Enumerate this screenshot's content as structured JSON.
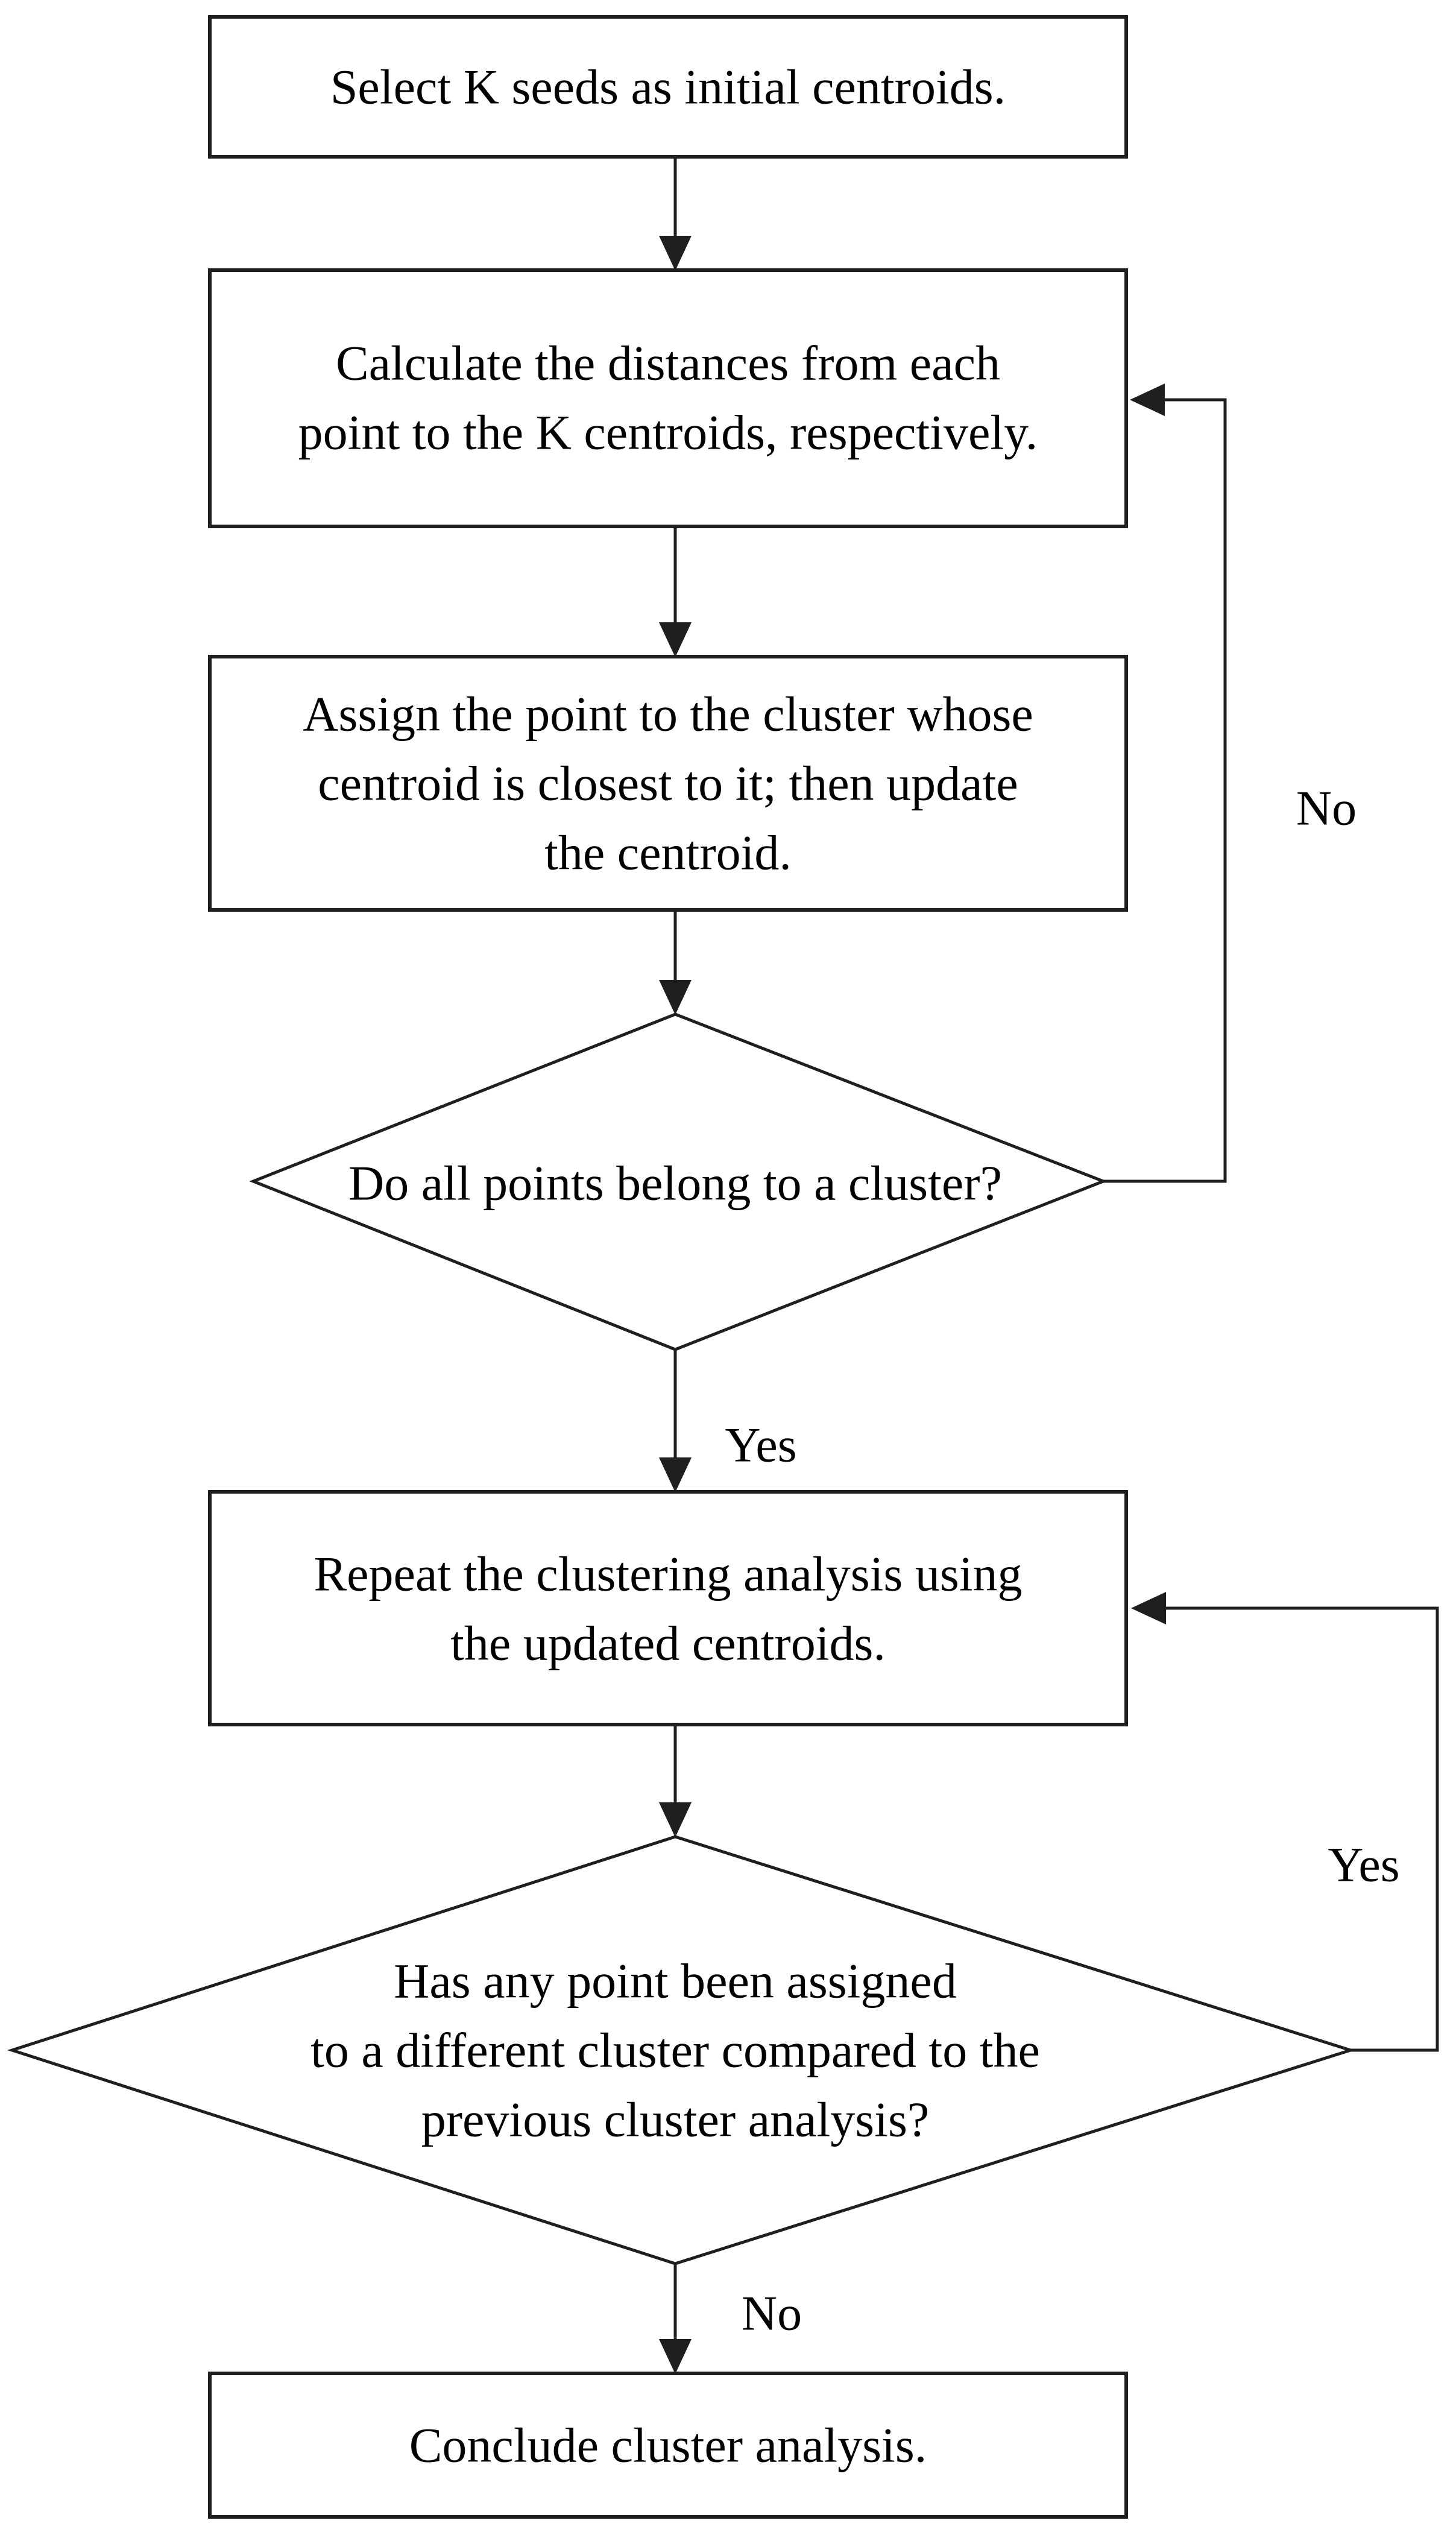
{
  "colors": {
    "stroke": "#1f1f1f",
    "text": "#000000",
    "bg": "#ffffff"
  },
  "nodes": {
    "box1": {
      "type": "process",
      "lines": [
        "Select K seeds as initial centroids."
      ]
    },
    "box2": {
      "type": "process",
      "lines": [
        "Calculate the distances from each",
        "point to the K centroids, respectively."
      ]
    },
    "box3": {
      "type": "process",
      "lines": [
        "Assign the point to the cluster whose",
        "centroid is closest to it; then update",
        "the centroid."
      ]
    },
    "decision1": {
      "type": "decision",
      "lines": [
        "Do all points belong to a cluster?"
      ]
    },
    "box4": {
      "type": "process",
      "lines": [
        "Repeat the clustering analysis using",
        "the updated centroids."
      ]
    },
    "decision2": {
      "type": "decision",
      "lines": [
        "Has any point been assigned",
        "to a different cluster compared to the",
        "previous cluster analysis?"
      ]
    },
    "box5": {
      "type": "process",
      "lines": [
        "Conclude cluster analysis."
      ]
    }
  },
  "edges": {
    "decision1_no_label": "No",
    "decision1_yes_label": "Yes",
    "decision2_yes_label": "Yes",
    "decision2_no_label": "No"
  }
}
